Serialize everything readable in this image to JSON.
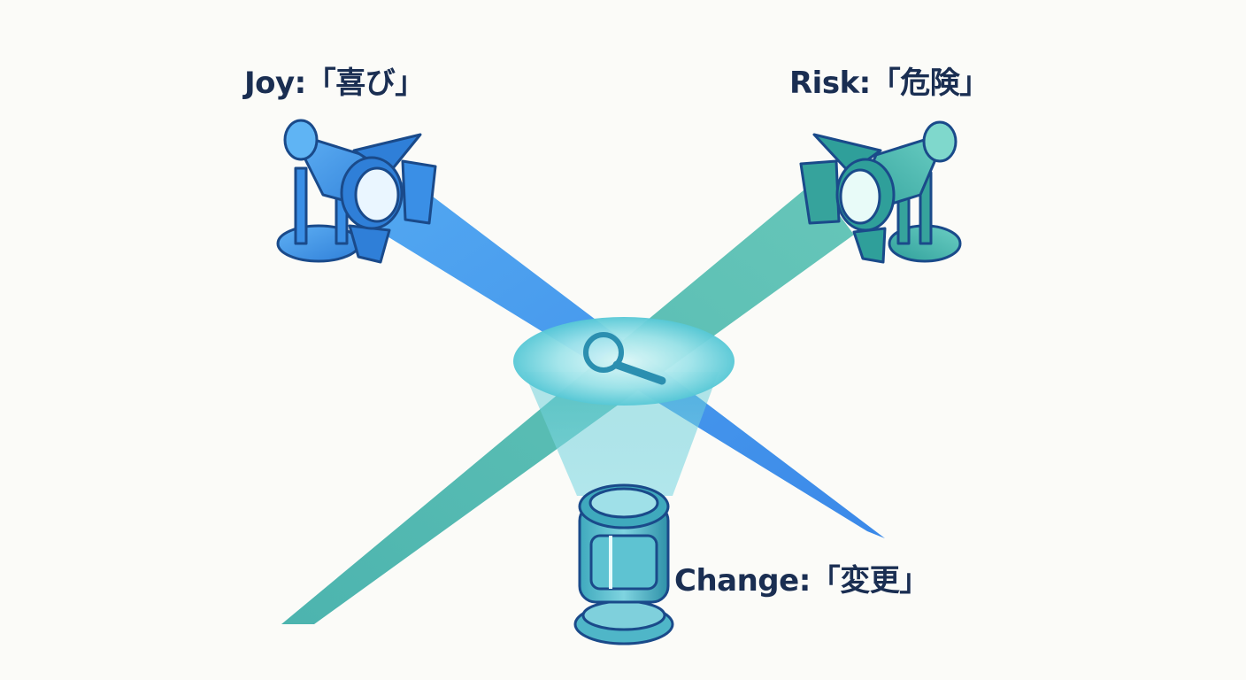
{
  "labels": {
    "joy": "Joy:「喜び」",
    "risk": "Risk:「危険」",
    "change": "Change:「変更」"
  },
  "icons": {
    "center": "magnifier-icon",
    "spotlights": [
      "spotlight-icon",
      "spotlight-icon",
      "spotlight-icon"
    ]
  },
  "colors": {
    "joy": "#2f86e8",
    "risk": "#2aa8a0",
    "change": "#4cc0d0",
    "text": "#1a2e52",
    "outline": "#1a4a8a"
  }
}
